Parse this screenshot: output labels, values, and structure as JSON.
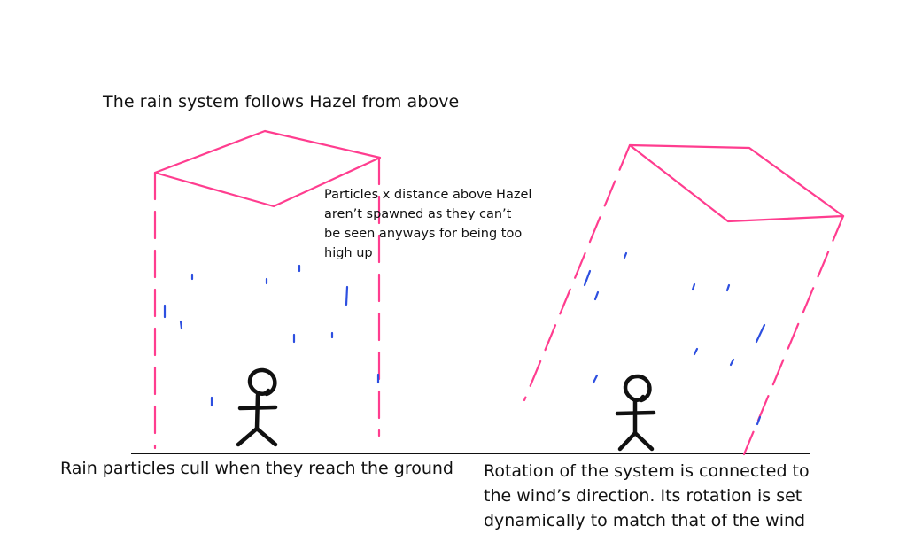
{
  "diagram": {
    "title": "The rain system follows Hazel from above",
    "note": "Particles x distance above Hazel\naren’t spawned as they can’t\nbe seen anyways for being too\nhigh up",
    "left_caption": "Rain particles cull when they reach the ground",
    "right_caption": "Rotation of the system is connected to\nthe wind’s direction. Its rotation is set\ndynamically to match that of the wind"
  },
  "colors": {
    "volume": "#ff3d8f",
    "rain": "#2d4fe0",
    "figure": "#111111",
    "ground": "#111111"
  },
  "icons": {
    "character_left": "stick-figure",
    "character_right": "stick-figure"
  }
}
